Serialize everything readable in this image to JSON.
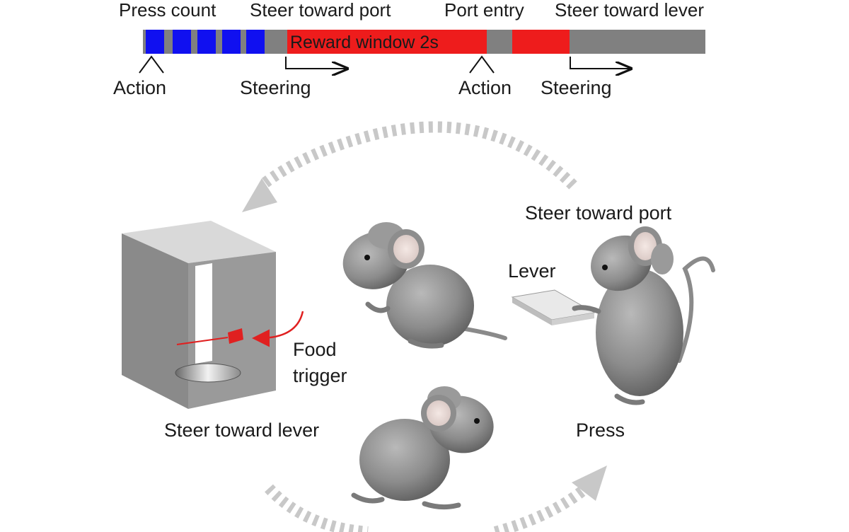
{
  "timeline": {
    "headers": {
      "press_count": "Press count",
      "steer_toward_port": "Steer toward port",
      "port_entry": "Port entry",
      "steer_toward_lever": "Steer toward lever"
    },
    "reward_window": "Reward window 2s",
    "bottom": {
      "action_1": "Action",
      "steering_1": "Steering",
      "action_2": "Action",
      "steering_2": "Steering"
    },
    "colors": {
      "press": "#1010f0",
      "reward": "#ee1c1c",
      "track": "#808080"
    }
  },
  "scene": {
    "steer_toward_port": "Steer toward port",
    "lever": "Lever",
    "food": "Food",
    "trigger": "trigger",
    "steer_toward_lever": "Steer toward lever",
    "press": "Press",
    "icons": [
      "food-box-icon",
      "mouse-icon",
      "lever-icon",
      "cycle-arrow-icon"
    ]
  }
}
